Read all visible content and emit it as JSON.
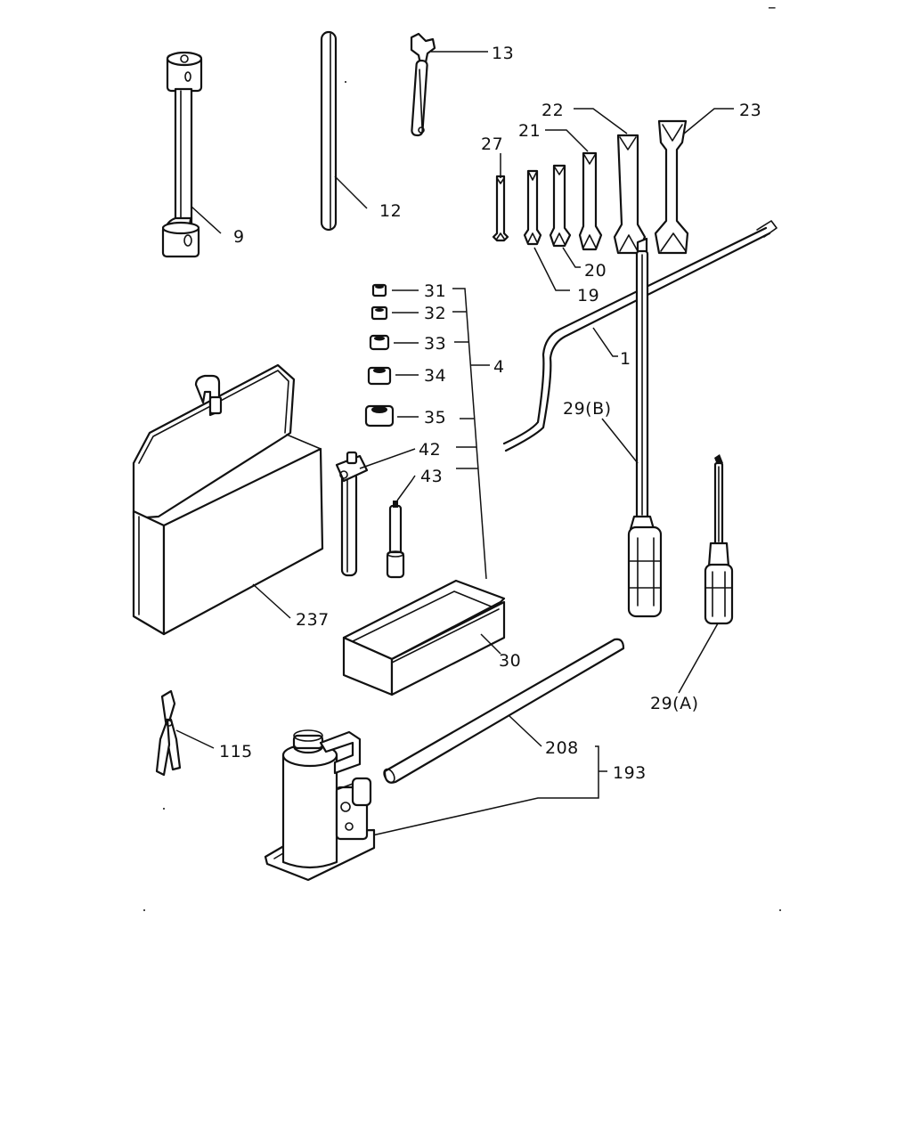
{
  "corner_mark": "–",
  "callouts": {
    "p1": "1",
    "p4": "4",
    "p9": "9",
    "p12": "12",
    "p13": "13",
    "p19": "19",
    "p20": "20",
    "p21": "21",
    "p22": "22",
    "p23": "23",
    "p27": "27",
    "p29a": "29(A)",
    "p29b": "29(B)",
    "p30": "30",
    "p31": "31",
    "p32": "32",
    "p33": "33",
    "p34": "34",
    "p35": "35",
    "p42": "42",
    "p43": "43",
    "p115": "115",
    "p193": "193",
    "p208": "208",
    "p237": "237"
  }
}
